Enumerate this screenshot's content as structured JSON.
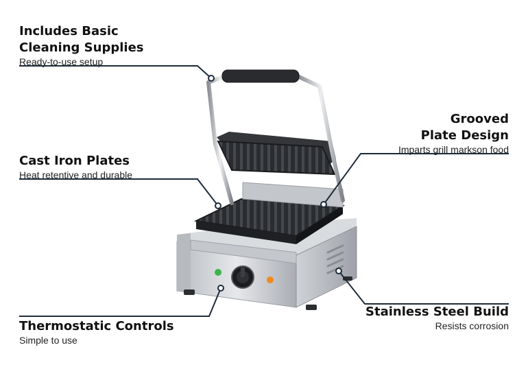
{
  "callouts": {
    "cleaning": {
      "title_line1": "Includes Basic",
      "title_line2": "Cleaning Supplies",
      "subtitle": "Ready-to-use setup"
    },
    "cast_iron": {
      "title": "Cast Iron Plates",
      "subtitle": "Heat retentive and durable"
    },
    "thermostatic": {
      "title": "Thermostatic Controls",
      "subtitle": "Simple to use"
    },
    "grooved": {
      "title_line1": "Grooved",
      "title_line2": "Plate Design",
      "subtitle": "Imparts grill markson food"
    },
    "stainless": {
      "title": "Stainless Steel Build",
      "subtitle": "Resists corrosion"
    }
  },
  "colors": {
    "leader_line": "#1c2b3a",
    "indicator_green": "#3cb44a",
    "indicator_orange": "#f08a1c",
    "steel": "#c9ccd0"
  }
}
